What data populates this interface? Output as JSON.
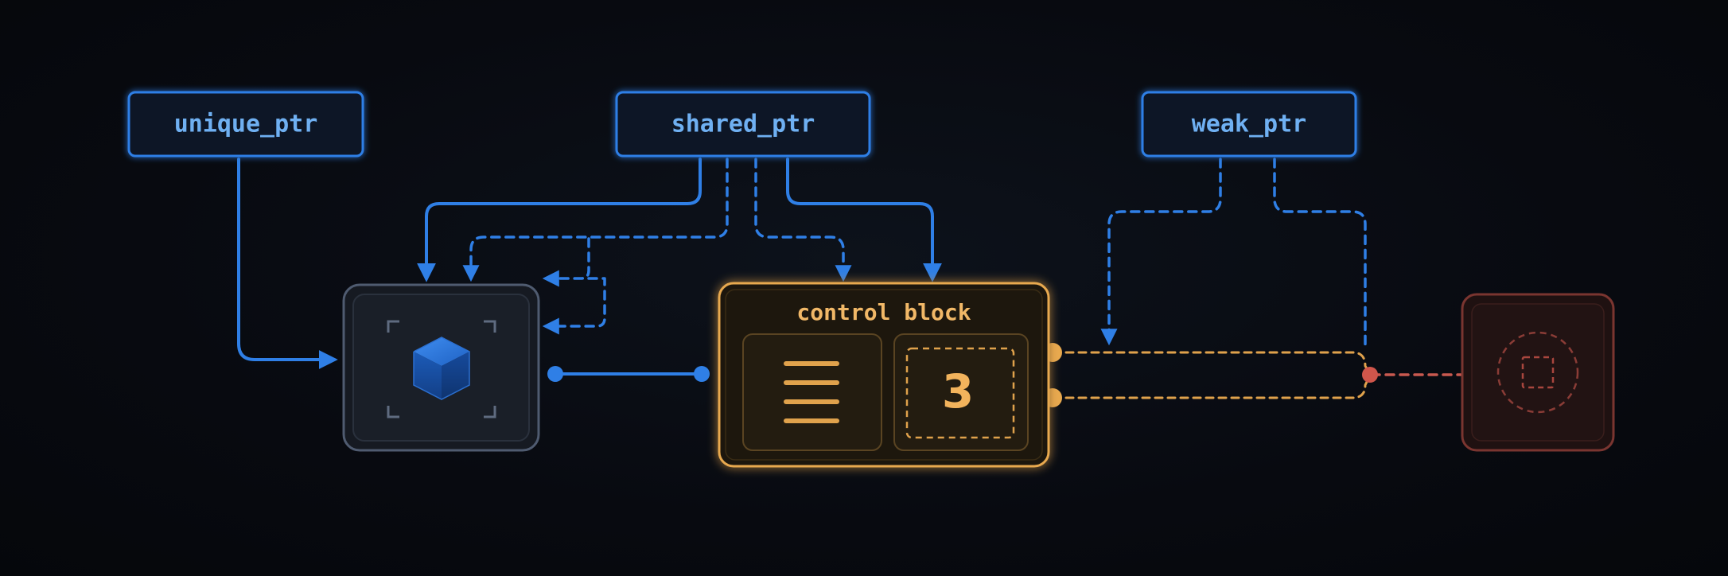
{
  "labels": {
    "unique_ptr": "unique_ptr",
    "shared_ptr": "shared_ptr",
    "weak_ptr": "weak_ptr"
  },
  "control_block": {
    "title": "control block",
    "ref_count": "3"
  },
  "icons": {
    "managed_object": "cube-icon",
    "control_block_list": "list-lines-icon",
    "expired_object": "dashed-square-icon"
  },
  "colors": {
    "background": "#07090e",
    "strong_link": "#2f7fe6",
    "label_border": "#2f7fe6",
    "label_text": "#6fb0f2",
    "control_block": "#e8a94f",
    "expired": "#c8594f"
  }
}
